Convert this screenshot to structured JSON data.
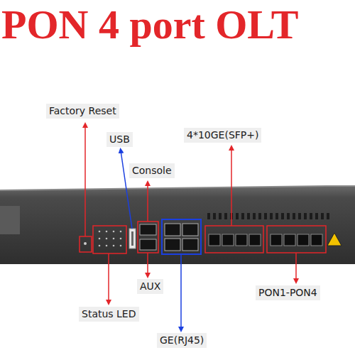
{
  "diagram": {
    "title": "PON 4 port OLT",
    "labels": [
      "Factory Reset",
      "USB",
      "4*10GE(SFP+)",
      "Console",
      "AUX",
      "PON1-PON4",
      "Status LED",
      "GE(RJ45)"
    ]
  }
}
